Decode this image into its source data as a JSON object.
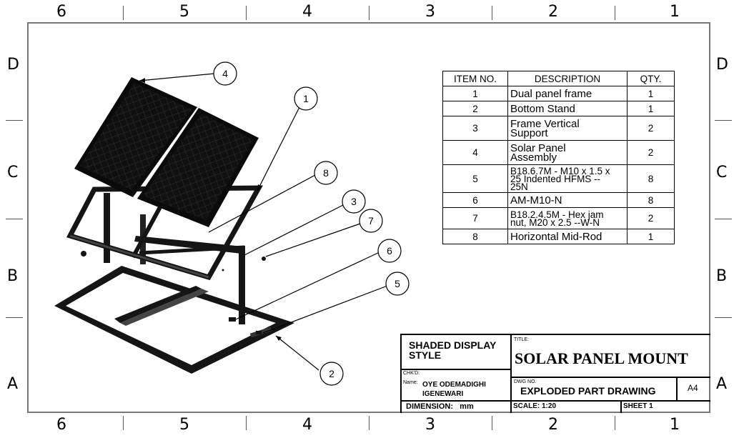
{
  "zones": {
    "columns": [
      "6",
      "5",
      "4",
      "3",
      "2",
      "1"
    ],
    "rows": [
      "D",
      "C",
      "B",
      "A"
    ]
  },
  "balloons": [
    "1",
    "2",
    "3",
    "4",
    "5",
    "6",
    "7",
    "8"
  ],
  "bom": {
    "headers": [
      "ITEM NO.",
      "DESCRIPTION",
      "QTY."
    ],
    "rows": [
      {
        "item": "1",
        "desc": [
          "Dual panel frame"
        ],
        "qty": "1"
      },
      {
        "item": "2",
        "desc": [
          "Bottom Stand"
        ],
        "qty": "1"
      },
      {
        "item": "3",
        "desc": [
          "Frame Vertical",
          "Support"
        ],
        "qty": "2"
      },
      {
        "item": "4",
        "desc": [
          "Solar Panel",
          "Assembly"
        ],
        "qty": "2"
      },
      {
        "item": "5",
        "desc": [
          "B18.6.7M - M10 x 1.5 x",
          "25 Indented HFMS --",
          "25N"
        ],
        "qty": "8"
      },
      {
        "item": "6",
        "desc": [
          "AM-M10-N"
        ],
        "qty": "8"
      },
      {
        "item": "7",
        "desc": [
          "B18.2.4.5M - Hex jam",
          "nut,  M20 x 2.5 --W-N"
        ],
        "qty": "2"
      },
      {
        "item": "8",
        "desc": [
          "Horizontal Mid-Rod"
        ],
        "qty": "1"
      }
    ]
  },
  "title_block": {
    "display_style": [
      "SHADED DISPLAY",
      "STYLE"
    ],
    "title_label": "TITLE:",
    "title": "SOLAR PANEL MOUNT",
    "chkd_label": "CHK'D:",
    "name_label": "Name:",
    "name": [
      "OYE ODEMADIGHI",
      "IGENEWARI"
    ],
    "dwg_no_label": "DWG NO.",
    "dwg_no": "EXPLODED PART DRAWING",
    "size": "A4",
    "dimension": "DIMENSION:   mm",
    "scale": "SCALE: 1:20",
    "sheet": "SHEET 1"
  }
}
